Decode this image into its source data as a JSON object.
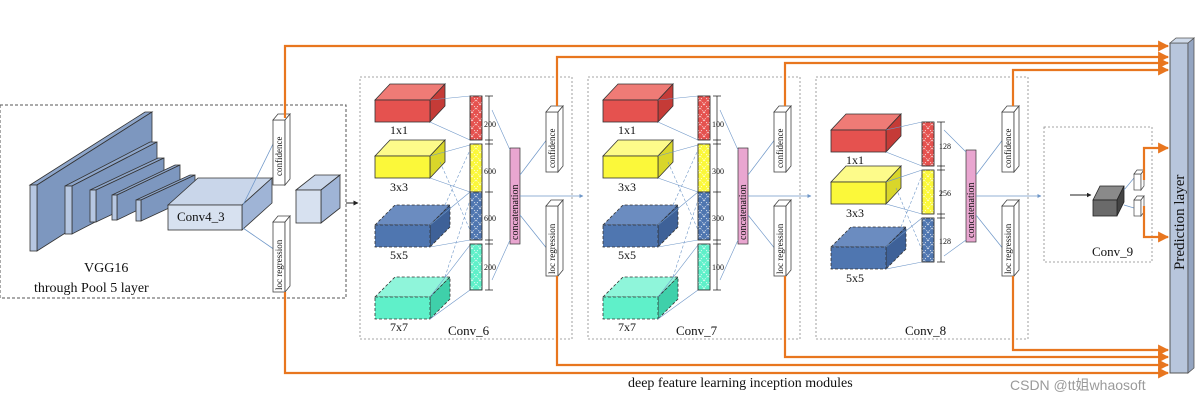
{
  "backbone": {
    "title": "VGG16",
    "subtitle": "through Pool 5 layer",
    "conv_label": "Conv4_3"
  },
  "head_labels": {
    "confidence": "confidence",
    "loc": "loc regression"
  },
  "modules": [
    {
      "name": "Conv_6",
      "kernels": [
        "1x1",
        "3x3",
        "5x5",
        "7x7"
      ],
      "channels": [
        "200",
        "600",
        "600",
        "200"
      ],
      "concat": "concatenation"
    },
    {
      "name": "Conv_7",
      "kernels": [
        "1x1",
        "3x3",
        "5x5",
        "7x7"
      ],
      "channels": [
        "100",
        "300",
        "300",
        "100"
      ],
      "concat": "concatenation"
    },
    {
      "name": "Conv_8",
      "kernels": [
        "1x1",
        "3x3",
        "5x5"
      ],
      "channels": [
        "128",
        "256",
        "128"
      ],
      "concat": "concatenation"
    }
  ],
  "conv9": {
    "name": "Conv_9"
  },
  "prediction": {
    "label": "Prediction layer"
  },
  "caption": "deep feature learning inception modules",
  "watermark": "CSDN @tt姐whaosoft",
  "colors": {
    "arrow": "#e8761f",
    "link": "#6f97c8",
    "red": "#e5524f",
    "yellow": "#fbf83a",
    "blue": "#4f76b0",
    "cyan": "#5ff0c9",
    "vgg": "#b6c7e2",
    "concat": "#e9a6d0"
  }
}
